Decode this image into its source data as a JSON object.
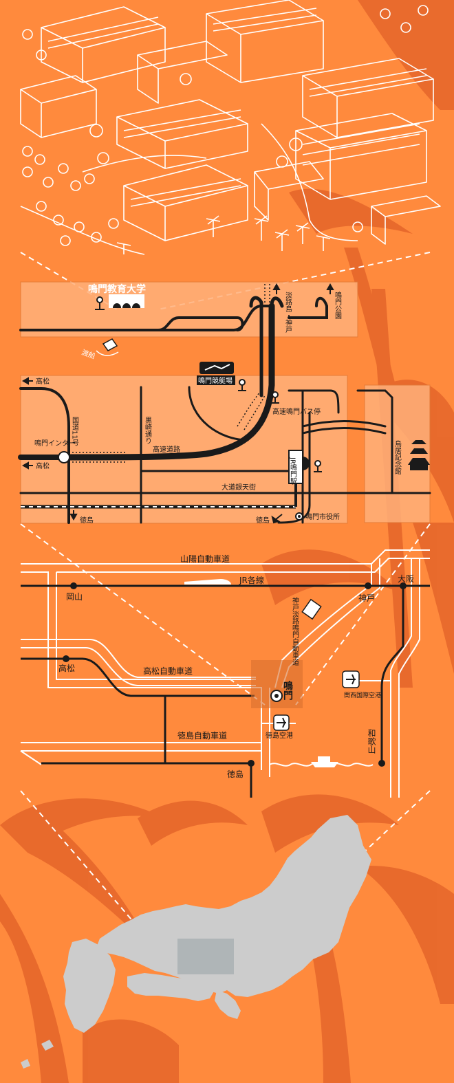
{
  "colors": {
    "background": "#ff8a3d",
    "palm_shadow": "#e5652a",
    "panel": "#ffb07a",
    "road_dark": "#1a1a1a",
    "road_white": "#ffffff",
    "japan_land": "#cccccc",
    "highlight_box": "#a9b0b3"
  },
  "local_map": {
    "university_name": "鳴門教育大学",
    "ferry": "渡船",
    "awaji_kobe": "淡路島・神戸",
    "naruto_park": "鳴門公園",
    "takamatsu_top": "高松",
    "takamatsu_bottom": "高松",
    "national_route": "国道11号",
    "naruto_ic": "鳴門インター",
    "kurosaki_street": "黒崎通り",
    "expressway": "高速道路",
    "boat_race": "鳴門競艇場",
    "expressway_bus_stop": "高速鳴門バス停",
    "torii_museum": "鳥居記念館",
    "jr_naruto_station": "JR鳴門駅",
    "odo_ginten_street": "大道銀天街",
    "tokushima_south": "徳島",
    "tokushima_east": "徳島",
    "city_hall": "鳴門市役所"
  },
  "regional_map": {
    "sanyo_expressway": "山陽自動車道",
    "jr_lines": "JR各線",
    "okayama": "岡山",
    "osaka": "大阪",
    "kobe": "神戸",
    "kobe_awaji_naruto": "神戸淡路鳴門自動車道",
    "takamatsu": "高松",
    "takamatsu_expressway": "高松自動車道",
    "naruto": "鳴門",
    "kansai_airport": "関西国際空港",
    "tokushima_airport": "徳島空港",
    "tokushima_expressway": "徳島自動車道",
    "wakayama": "和歌山",
    "tokushima": "徳島"
  },
  "sections": [
    "campus-illustration",
    "local-access-map",
    "regional-access-map",
    "japan-overview-map"
  ]
}
